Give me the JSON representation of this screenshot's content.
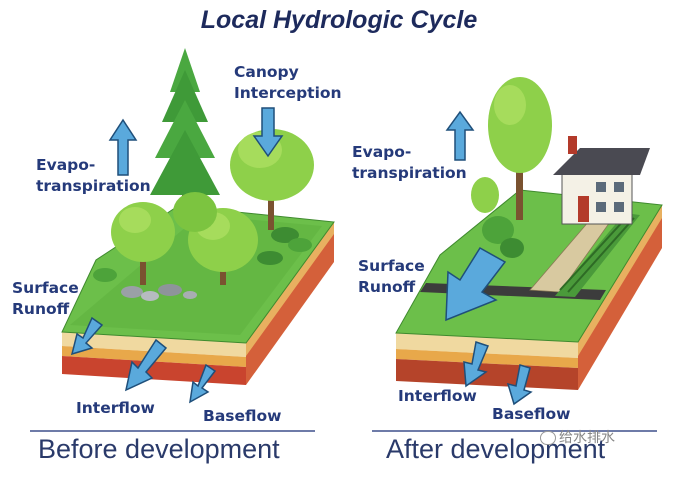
{
  "title": "Local Hydrologic Cycle",
  "before": {
    "caption": "Before development",
    "canopy_line1": "Canopy",
    "canopy_line2": "Interception",
    "evapo_line1": "Evapo-",
    "evapo_line2": "transpiration",
    "surface_line1": "Surface",
    "surface_line2": "Runoff",
    "interflow": "Interflow",
    "baseflow": "Baseflow"
  },
  "after": {
    "caption": "After development",
    "evapo_line1": "Evapo-",
    "evapo_line2": "transpiration",
    "surface_line1": "Surface",
    "surface_line2": "Runoff",
    "interflow": "Interflow",
    "baseflow": "Baseflow"
  },
  "watermark": "给水排水",
  "colors": {
    "arrow_fill": "#5aa9dc",
    "arrow_stroke": "#1f4f7a",
    "grass": "#6cbf4a",
    "soil_top": "#f0d9a0",
    "soil_mid": "#e8a84a",
    "soil_bottom": "#c0392b",
    "title": "#1d2a5c"
  }
}
